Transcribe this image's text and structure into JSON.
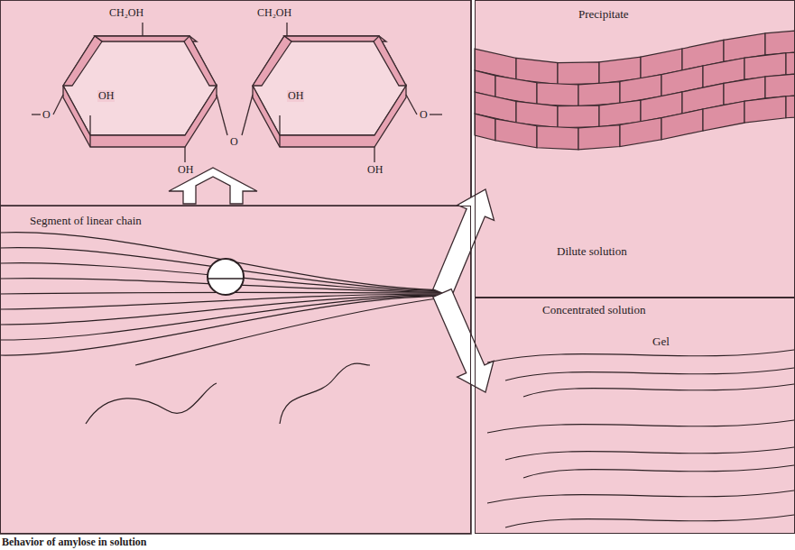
{
  "diagram": {
    "caption": "Behavior of amylose in solution",
    "nodes": [
      {
        "text": [
          "Segment of linear chain"
        ]
      },
      {
        "text": [
          "Precipitate",
          "Dilute solution"
        ]
      },
      {
        "text": [
          "Concentrated solution",
          "Gel"
        ]
      }
    ],
    "edges": [
      {
        "from": 0,
        "to": 1,
        "arrow": "to"
      },
      {
        "from": 0,
        "to": 2,
        "arrow": "to"
      }
    ],
    "labels": [
      "CH₂OH",
      "CH₂OH",
      "OH",
      "OH",
      "OH",
      "OH",
      "O",
      "O",
      "O"
    ]
  }
}
